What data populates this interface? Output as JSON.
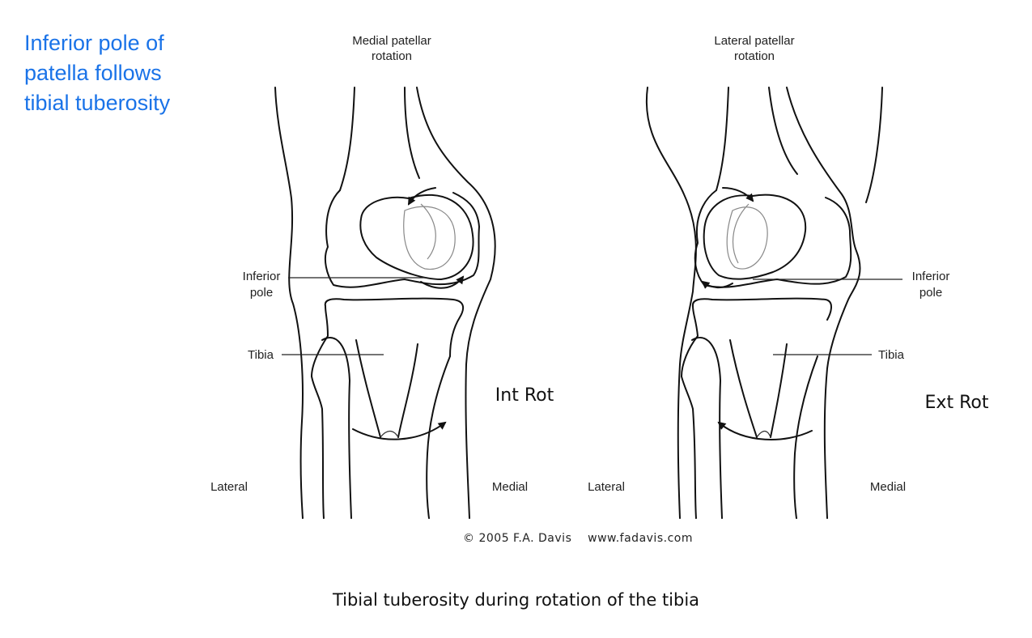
{
  "callout": {
    "lines": [
      "Inferior pole of",
      "patella follows",
      "tibial tuberosity"
    ],
    "color": "#1a73e8"
  },
  "left_knee": {
    "title_line1": "Medial patellar",
    "title_line2": "rotation",
    "inferior_pole_line1": "Inferior",
    "inferior_pole_line2": "pole",
    "tibia": "Tibia",
    "lateral": "Lateral",
    "medial": "Medial",
    "rotation": "Int Rot"
  },
  "right_knee": {
    "title_line1": "Lateral patellar",
    "title_line2": "rotation",
    "inferior_pole_line1": "Inferior",
    "inferior_pole_line2": "pole",
    "tibia": "Tibia",
    "lateral": "Lateral",
    "medial": "Medial",
    "rotation": "Ext Rot"
  },
  "credit": "© 2005 F.A. Davis    www.fadavis.com",
  "caption": "Tibial tuberosity during rotation of the tibia"
}
